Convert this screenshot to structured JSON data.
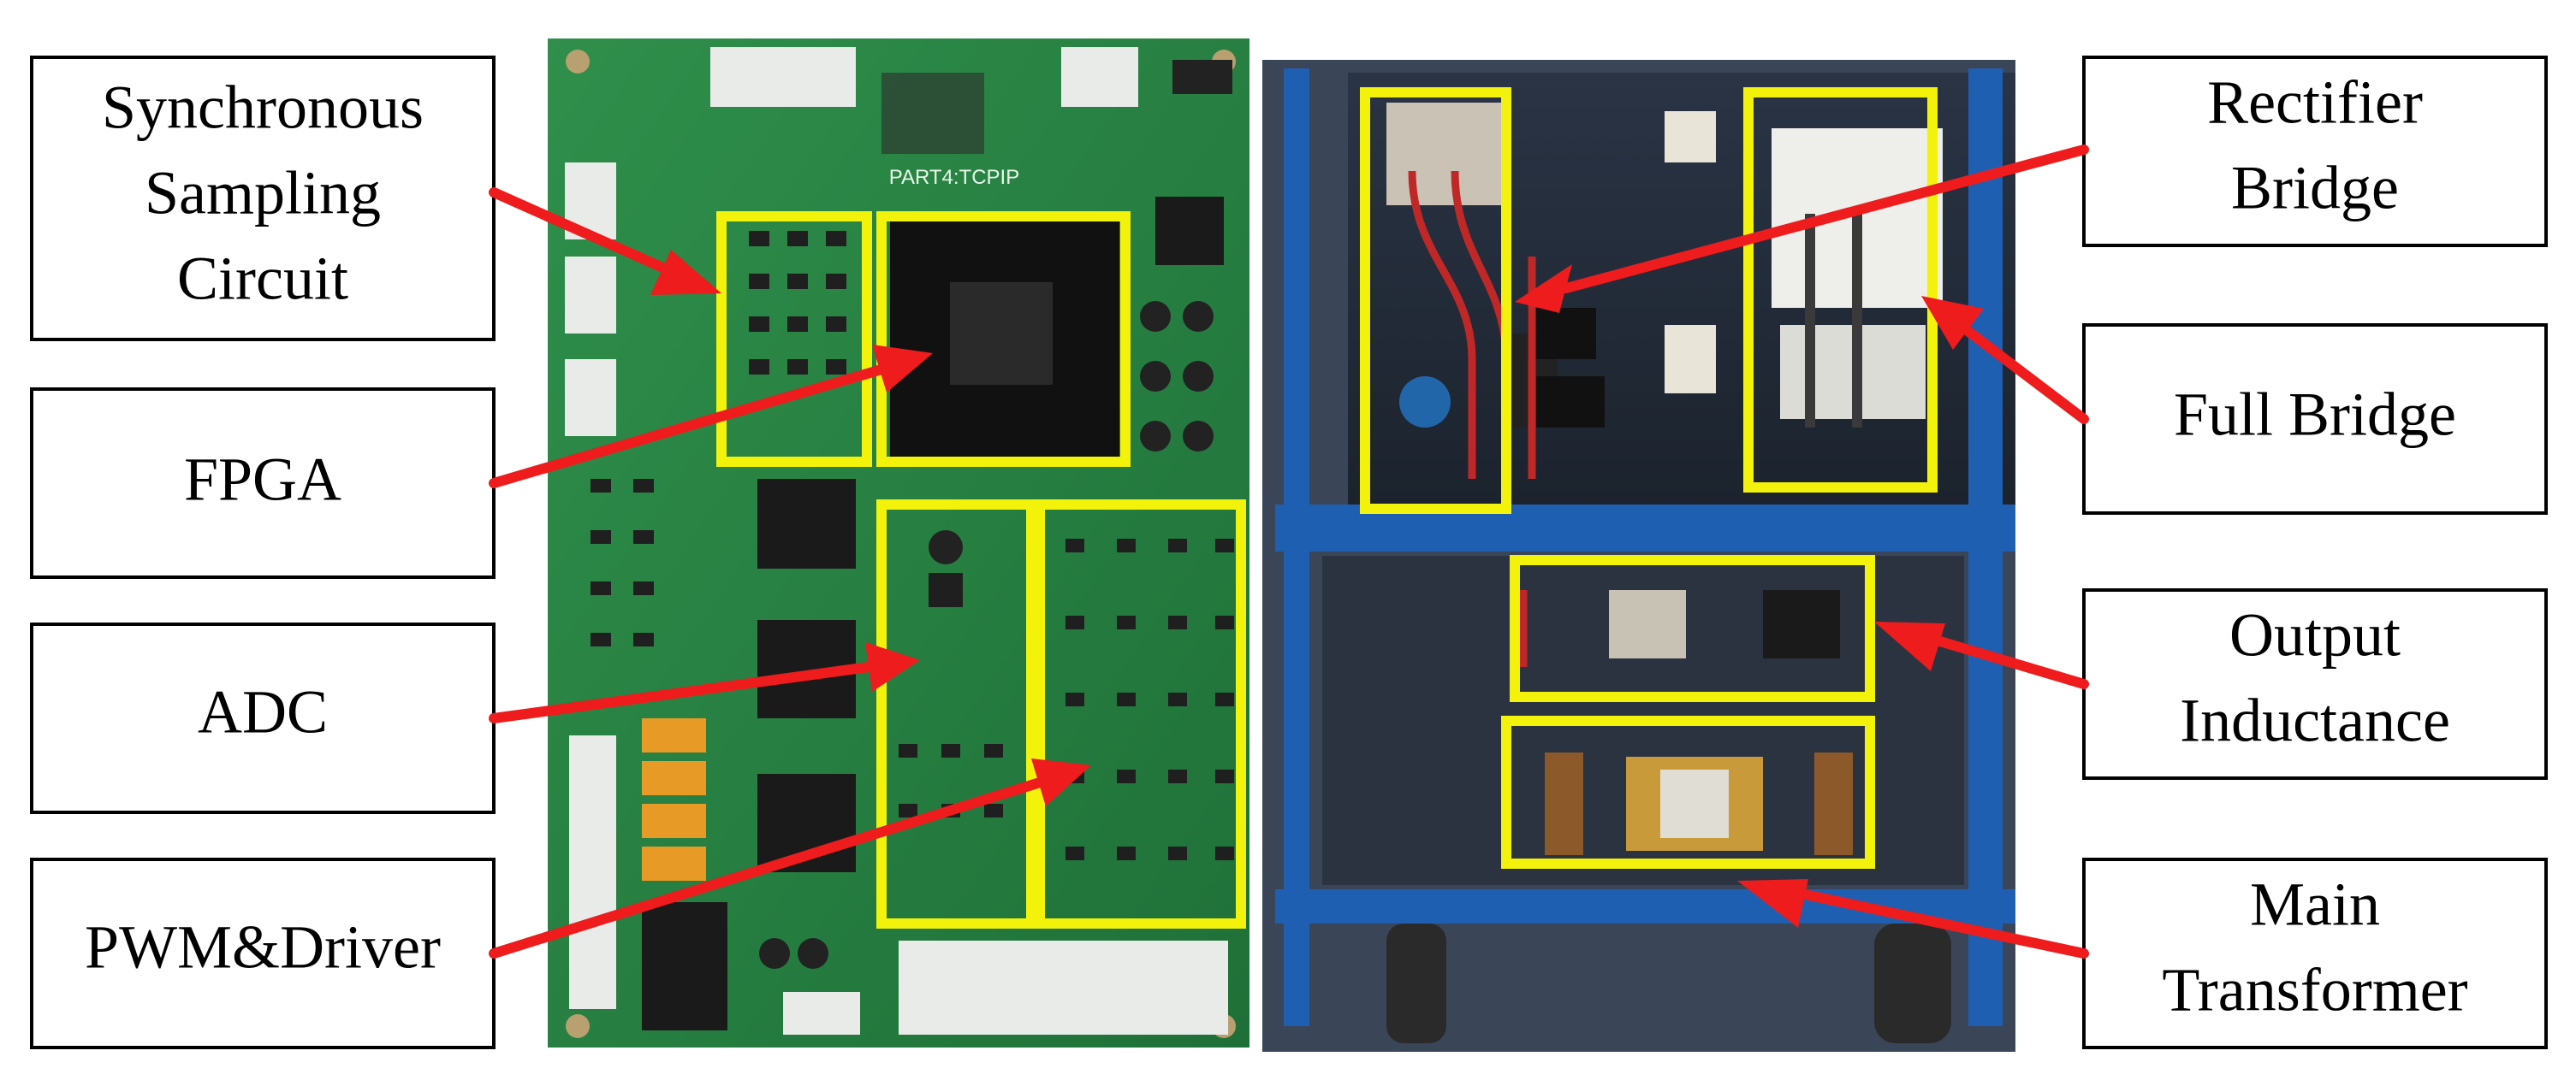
{
  "colors": {
    "arrow": "#ee1c1c",
    "highlight": "#f2f20a",
    "label_border": "#000000",
    "label_text": "#000000"
  },
  "photos": {
    "left": {
      "subject": "control circuit board",
      "board_silkscreen": "PART4:TCPIP"
    },
    "right": {
      "subject": "power stage on blue cart"
    }
  },
  "labels": {
    "sync_sampling": [
      "Synchronous",
      "Sampling",
      "Circuit"
    ],
    "fpga": [
      "FPGA"
    ],
    "adc": [
      "ADC"
    ],
    "pwm_driver": [
      "PWM&Driver"
    ],
    "rectifier_bridge": [
      "Rectifier",
      "Bridge"
    ],
    "full_bridge": [
      "Full Bridge"
    ],
    "output_inductance": [
      "Output",
      "Inductance"
    ],
    "main_transformer": [
      "Main",
      "Transformer"
    ]
  }
}
